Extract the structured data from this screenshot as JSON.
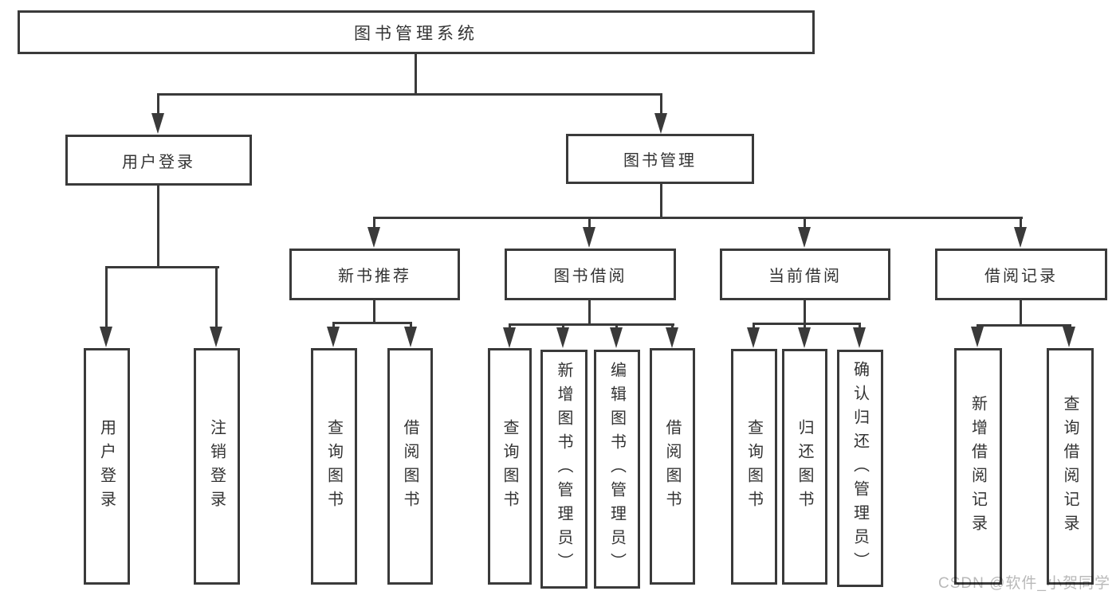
{
  "diagram": {
    "root": {
      "label": "图书管理系统"
    },
    "level1": [
      {
        "label": "用户登录"
      },
      {
        "label": "图书管理"
      }
    ],
    "level2": [
      {
        "label": "新书推荐"
      },
      {
        "label": "图书借阅"
      },
      {
        "label": "当前借阅"
      },
      {
        "label": "借阅记录"
      }
    ],
    "leaves": {
      "user": [
        "用户登录",
        "注销登录"
      ],
      "newbook": [
        "查询图书",
        "借阅图书"
      ],
      "borrow": [
        "查询图书",
        "新增图书（管理员）",
        "编辑图书（管理员）",
        "借阅图书"
      ],
      "current": [
        "查询图书",
        "归还图书",
        "确认归还（管理员）"
      ],
      "records": [
        "新增借阅记录",
        "查询借阅记录"
      ]
    }
  },
  "watermark": {
    "text": "CSDN @软件_小贺同学"
  },
  "colors": {
    "line": "#3a3a3a",
    "text": "#333333",
    "background": "#ffffff",
    "watermark": "#b9b9b9"
  }
}
